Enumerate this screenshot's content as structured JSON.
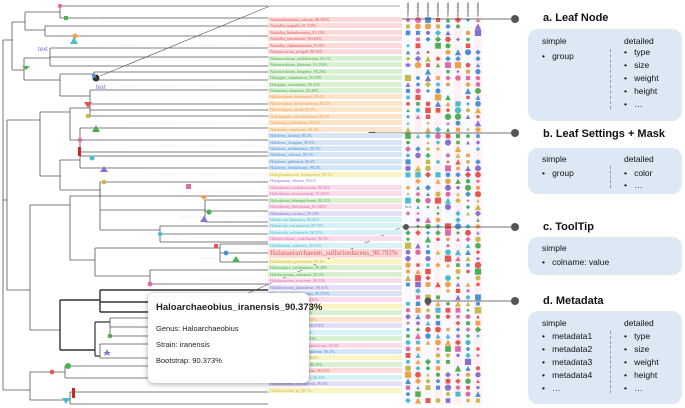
{
  "sections": [
    {
      "title": "a. Leaf Node",
      "simple_label": "simple",
      "simple_items": [
        "group"
      ],
      "detailed_label": "detailed",
      "detailed_items": [
        "type",
        "size",
        "weight",
        "height",
        "…"
      ]
    },
    {
      "title": "b. Leaf Settings + Mask",
      "simple_label": "simple",
      "simple_items": [
        "group"
      ],
      "detailed_label": "detailed",
      "detailed_items": [
        "color",
        "…"
      ]
    },
    {
      "title": "c. ToolTip",
      "simple_label": "simple",
      "simple_items": [
        "colname: value"
      ]
    },
    {
      "title": "d. Metadata",
      "simple_label": "simple",
      "simple_items": [
        "metadata1",
        "metadata2",
        "metadata3",
        "metadata4",
        "…"
      ],
      "detailed_label": "detailed",
      "detailed_items": [
        "type",
        "size",
        "weight",
        "height",
        "…"
      ]
    }
  ],
  "tooltip": {
    "title": "Haloarchaeobius_iranensis_90.373%",
    "genus": "Genus:  Haloarchaeobius",
    "strain": "Strain:  iranensis",
    "bootstrap": "Bootstrap:  90.373%"
  },
  "tree_text_labels": [
    "text",
    "text",
    "text",
    "text"
  ],
  "metadata_column_header": "metadata",
  "leaf_labels": [
    {
      "text": "Natronolimnobius_rubrum_90.185%",
      "color": "#e8544f",
      "bg": "#fbdada",
      "big": false
    },
    {
      "text": "Natrialba_magadii_91.722%",
      "color": "#e8544f",
      "bg": "#fbdada",
      "big": false
    },
    {
      "text": "Natrialba_hulunbeirensis_91.13%",
      "color": "#e8544f",
      "bg": "#fbdada",
      "big": false
    },
    {
      "text": "Natrialba_taiwanensis_90.631%",
      "color": "#e8544f",
      "bg": "#fbdada",
      "big": false
    },
    {
      "text": "Natrialba_chahannaoensis_91.0%",
      "color": "#e8544f",
      "bg": "#fbdada",
      "big": false
    },
    {
      "text": "Natronococcus_jeotgali_90.16%",
      "color": "#e8544f",
      "bg": "#fbdada",
      "big": false
    },
    {
      "text": "Natronorubrum_sulfidifaciens_90.1%",
      "color": "#4caf50",
      "bg": "#d9f1d2",
      "big": false
    },
    {
      "text": "Natronorubrum_tibetense_91.294%",
      "color": "#4caf50",
      "bg": "#d9f1d2",
      "big": false
    },
    {
      "text": "Natronorubrum_bangense_90.26%",
      "color": "#4caf50",
      "bg": "#d9f1d2",
      "big": false
    },
    {
      "text": "Halopiger_xanaduensis_90.58%",
      "color": "#4caf50",
      "bg": "#d9f1d2",
      "big": false
    },
    {
      "text": "Halopiger_aswanensis_90.41%",
      "color": "#4caf50",
      "bg": "#d9f1d2",
      "big": false
    },
    {
      "text": "Natrinema_altunense_90.48%",
      "color": "#4caf50",
      "bg": "#d9f1d2",
      "big": false
    },
    {
      "text": "Haloterrigena_turkmenica_90.4%",
      "color": "#f0a04b",
      "bg": "#fde5cc",
      "big": false
    },
    {
      "text": "Haloterrigena_thermotolerans_90.3%",
      "color": "#f0a04b",
      "bg": "#fde5cc",
      "big": false
    },
    {
      "text": "Haloterrigena_salina_90.6%",
      "color": "#f0a04b",
      "bg": "#fde5cc",
      "big": false
    },
    {
      "text": "Haloterrigena_saccharevitans_90.2%",
      "color": "#f0a04b",
      "bg": "#fde5cc",
      "big": false
    },
    {
      "text": "Natrinema_pellirubrum_90.1%",
      "color": "#f0a04b",
      "bg": "#fde5cc",
      "big": false
    },
    {
      "text": "Natrinema_versiforme_90.4%",
      "color": "#f0a04b",
      "bg": "#fde5cc",
      "big": false
    },
    {
      "text": "Haloferax_larsenii_90.2%",
      "color": "#4a90d9",
      "bg": "#d7e6f7",
      "big": false
    },
    {
      "text": "Haloferax_elongans_90.3%",
      "color": "#4a90d9",
      "bg": "#d7e6f7",
      "big": false
    },
    {
      "text": "Haloferax_mediterranei_90.5%",
      "color": "#4a90d9",
      "bg": "#d7e6f7",
      "big": false
    },
    {
      "text": "Haloferax_volcanii_90.1%",
      "color": "#4a90d9",
      "bg": "#d7e6f7",
      "big": false
    },
    {
      "text": "Haloferax_gibbonsii_90.4%",
      "color": "#4a90d9",
      "bg": "#d7e6f7",
      "big": false
    },
    {
      "text": "Haloferax_denitrificans_90.2%",
      "color": "#4a90d9",
      "bg": "#d7e6f7",
      "big": false
    },
    {
      "text": "Halogeometricum_borinquense_90.3%",
      "color": "#c9b84a",
      "bg": "#fbf4c4",
      "big": false
    },
    {
      "text": "Halogranum_rubrum_90.1%",
      "color": "#8a6fd0",
      "bg": "#ffffff",
      "big": false
    },
    {
      "text": "Halorubrum_saccharovorum_90.45%",
      "color": "#e06aa8",
      "bg": "#fbdcea",
      "big": false
    },
    {
      "text": "Halorubrum_lacusprofundi_91.422%",
      "color": "#e06aa8",
      "bg": "#fbdcea",
      "big": false
    },
    {
      "text": "Halorubrum_tebenquichense_90.21%",
      "color": "#4caf50",
      "bg": "#d9f1d2",
      "big": false
    },
    {
      "text": "Halorubrum_distributum_91.445%",
      "color": "#e06aa8",
      "bg": "#fbdcea",
      "big": false
    },
    {
      "text": "Halorubrum_coriense_90.16%",
      "color": "#8a6fd0",
      "bg": "#e5dff7",
      "big": false
    },
    {
      "text": "Haloarcula_hispanica_90.31%",
      "color": "#4abcd0",
      "bg": "#d7f2f6",
      "big": false
    },
    {
      "text": "Haloarcula_marismortui_90.72%",
      "color": "#4abcd0",
      "bg": "#d7f2f6",
      "big": false
    },
    {
      "text": "Haloarcula_vallismortis_90.55%",
      "color": "#4abcd0",
      "bg": "#d7f2f6",
      "big": false
    },
    {
      "text": "Halomicrobium_mukohataei_90.3%",
      "color": "#e06aa8",
      "bg": "#fbdcea",
      "big": false
    },
    {
      "text": "Halorhabdus_utahensis_90.41%",
      "color": "#4abcd0",
      "bg": "#d7f2f6",
      "big": false
    },
    {
      "text": "Halanaerarchaeum_sulfurireducens_90.792%",
      "color": "#e8544f",
      "bg": "#fbdada",
      "big": true
    },
    {
      "text": "Halobaculum_gomorrense_90.2%",
      "color": "#c9b84a",
      "bg": "#fbf4c4",
      "big": false
    },
    {
      "text": "Halosimplex_carlsbadense_90.38%",
      "color": "#4caf50",
      "bg": "#d9f1d2",
      "big": false
    },
    {
      "text": "Halobacterium_salinarum_90.5%",
      "color": "#4caf50",
      "bg": "#d9f1d2",
      "big": false
    },
    {
      "text": "Halobacterium_noricense_90.52%",
      "color": "#e06aa8",
      "bg": "#fbdcea",
      "big": false
    },
    {
      "text": "Halobacterium_jilantaiense_90.61%",
      "color": "#8a6fd0",
      "bg": "#e5dff7",
      "big": false
    },
    {
      "text": "Haloarchaeobius_iranensis_90.373%",
      "color": "#4a90d9",
      "bg": "#d7e6f7",
      "big": false
    },
    {
      "text": "Halobellus_clavatus_90.433%",
      "color": "#e06aa8",
      "bg": "#fbdcea",
      "big": false
    },
    {
      "text": "Halobellus_limi_91.275%",
      "color": "#c9b84a",
      "bg": "#fbf4c4",
      "big": false
    },
    {
      "text": "Halobellus_rufus_90.12%",
      "color": "#4caf50",
      "bg": "#d9f1d2",
      "big": false
    },
    {
      "text": "Halobellus_salinus_90.284%",
      "color": "#f0a04b",
      "bg": "#fde5cc",
      "big": false
    },
    {
      "text": "Halobellus_inordinatus_90.074%",
      "color": "#8a6fd0",
      "bg": "#e5dff7",
      "big": false
    },
    {
      "text": "Halovivax_ruber_90.25%",
      "color": "#4abcd0",
      "bg": "#d7f2f6",
      "big": false
    },
    {
      "text": "Halovivax_asiaticus_90.11%",
      "color": "#4caf50",
      "bg": "#d9f1d2",
      "big": false
    },
    {
      "text": "Natronoarchaeum_mannanilyticum_90.3%",
      "color": "#e06aa8",
      "bg": "#fbdcea",
      "big": false
    },
    {
      "text": "Natronoarchaeum_philippinense_90.2%",
      "color": "#4a90d9",
      "bg": "#d7e6f7",
      "big": false
    },
    {
      "text": "Halococcus_morrhuae_90.6%",
      "color": "#c9b84a",
      "bg": "#fbf4c4",
      "big": false
    },
    {
      "text": "Halococcus_salifodinae_90.45%",
      "color": "#4caf50",
      "bg": "#d9f1d2",
      "big": false
    },
    {
      "text": "Halococcus_saccharolyticus_90.31%",
      "color": "#e8544f",
      "bg": "#fbdada",
      "big": false
    },
    {
      "text": "Natronomonas_pharaonis_90.23%",
      "color": "#4abcd0",
      "bg": "#d7f2f6",
      "big": false
    },
    {
      "text": "Natronomonas_moolapensis_90.5%",
      "color": "#8a6fd0",
      "bg": "#e5dff7",
      "big": false
    },
    {
      "text": "Halobacterium_sp_90.1%",
      "color": "#c9b84a",
      "bg": "#fbf4c4",
      "big": false
    }
  ]
}
